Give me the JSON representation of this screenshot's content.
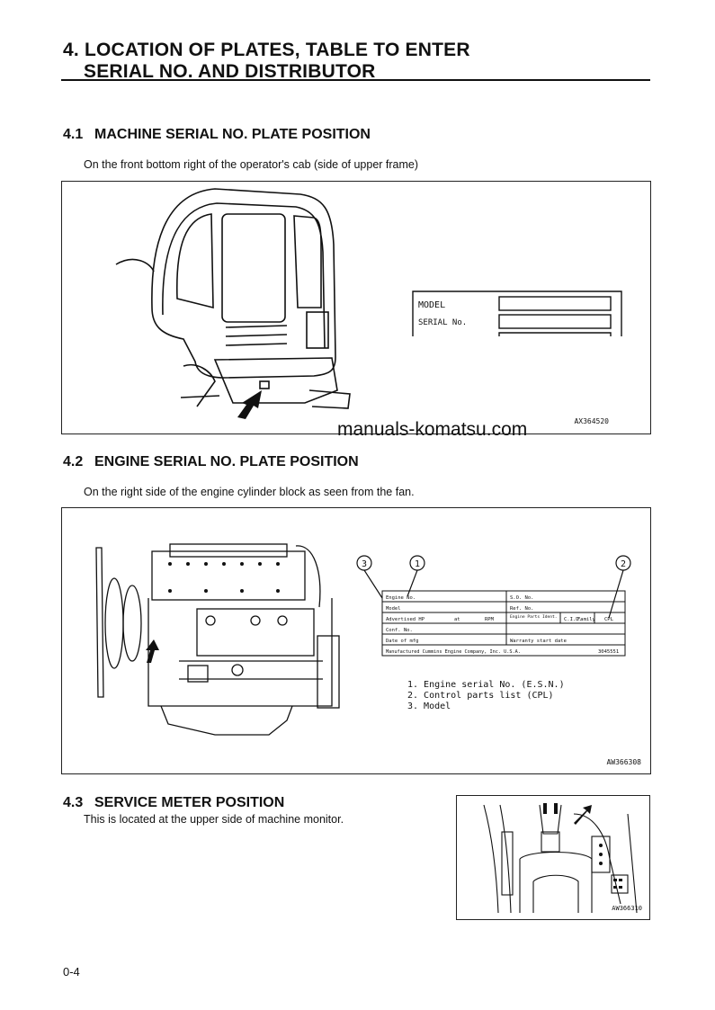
{
  "heading": {
    "line1": "4. LOCATION OF PLATES, TABLE TO ENTER",
    "line2": "SERIAL NO. AND DISTRIBUTOR"
  },
  "sections": [
    {
      "number": "4.1",
      "title": "MACHINE SERIAL NO. PLATE POSITION",
      "text": "On the front bottom right of the operator's cab (side of upper frame)",
      "figure": {
        "code": "AX364520",
        "plate_labels": [
          "MODEL",
          "SERIAL No."
        ]
      }
    },
    {
      "number": "4.2",
      "title": "ENGINE SERIAL NO. PLATE POSITION",
      "text": "On the right side of the engine cylinder block as seen from the fan.",
      "figure": {
        "code": "AW366308",
        "callouts": [
          "3",
          "1",
          "2"
        ],
        "plate": {
          "engine_no": "Engine No.",
          "so_no": "S.O. No.",
          "model": "Model",
          "ref_no": "Ref. No.",
          "advertised_hp": "Advertised HP",
          "at": "at",
          "rpm": "RPM",
          "engine_parts_ident": "Engine Parts Ident.",
          "cid": "C.I.D.",
          "family": "Family",
          "cpl": "CPL",
          "conf_no": "Conf. No.",
          "date_of_mfg": "Date of mfg",
          "warranty_start_date": "Warranty start date",
          "manufacturer": "Manufactured Cummins Engine Company, Inc. U.S.A.",
          "plate_code": "3045551"
        },
        "legend": [
          "1. Engine serial No. (E.S.N.)",
          "2. Control parts list (CPL)",
          "3. Model"
        ]
      }
    },
    {
      "number": "4.3",
      "title": "SERVICE METER POSITION",
      "text": "This is located at the upper side of machine monitor.",
      "figure": {
        "code": "AW366310"
      }
    }
  ],
  "watermark": "manuals-komatsu.com",
  "page_number": "0-4"
}
